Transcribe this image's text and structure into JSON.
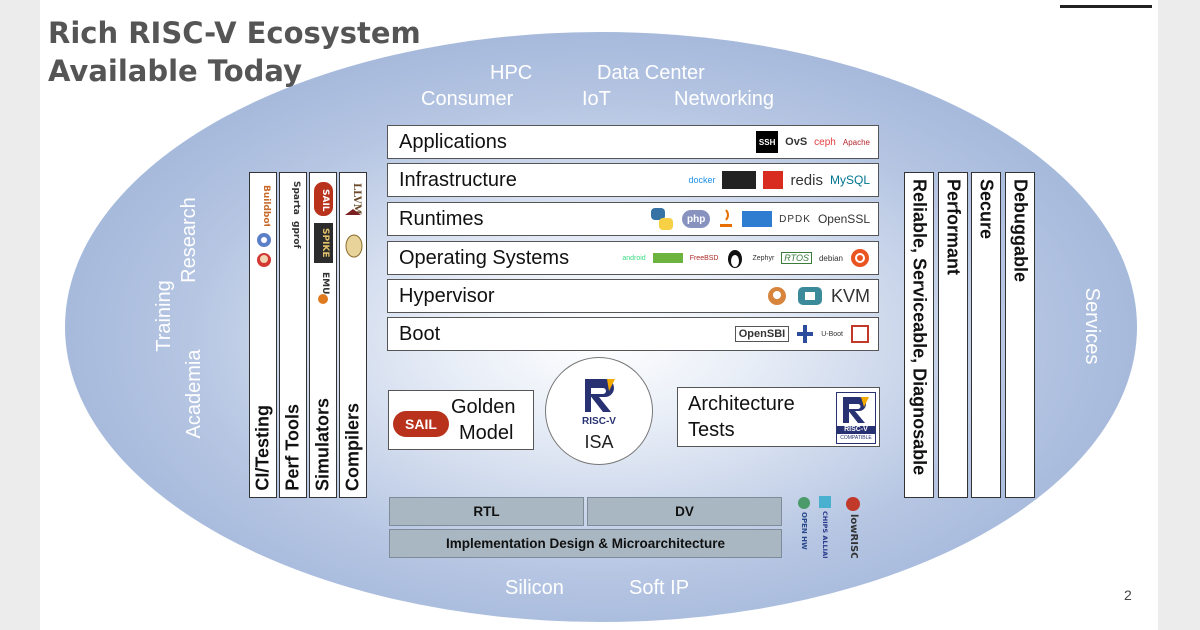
{
  "title": {
    "line1": "Rich RISC-V Ecosystem",
    "line2": "Available Today"
  },
  "markets": {
    "hpc": "HPC",
    "data_center": "Data Center",
    "consumer": "Consumer",
    "iot": "IoT",
    "networking": "Networking"
  },
  "left_labels": {
    "research": "Research",
    "training": "Training",
    "academia": "Academia"
  },
  "right_label": "Services",
  "bottom_labels": {
    "silicon": "Silicon",
    "soft_ip": "Soft IP"
  },
  "stack": [
    {
      "label": "Applications",
      "logos": [
        "SSH",
        "OvS",
        "ceph",
        "Apache"
      ]
    },
    {
      "label": "Infrastructure",
      "logos": [
        "docker",
        "redis",
        "MySQL"
      ]
    },
    {
      "label": "Runtimes",
      "logos": [
        "python",
        "php",
        "DPDK",
        "OpenSSL"
      ]
    },
    {
      "label": "Operating Systems",
      "logos": [
        "android",
        "FreeBSD",
        "Zephyr",
        "RTOS",
        "debian"
      ]
    },
    {
      "label": "Hypervisor",
      "logos": [
        "KVM"
      ]
    },
    {
      "label": "Boot",
      "logos": [
        "OpenSBI",
        "U-Boot"
      ]
    }
  ],
  "left_bars": [
    {
      "label": "CI/Testing",
      "logos": [
        "Buildbot"
      ]
    },
    {
      "label": "Perf Tools",
      "logos": [
        "Sparta",
        "gprof"
      ]
    },
    {
      "label": "Simulators",
      "logos": [
        "SAIL",
        "SPIKE",
        "EMU"
      ]
    },
    {
      "label": "Compilers",
      "logos": [
        "LLVM"
      ]
    }
  ],
  "right_bars": [
    "Reliable, Serviceable, Diagnosable",
    "Performant",
    "Secure",
    "Debuggable"
  ],
  "golden_model": {
    "badge": "SAIL",
    "line1": "Golden",
    "line2": "Model"
  },
  "isa": {
    "logo_text": "RISC-V",
    "label": "ISA"
  },
  "arch_tests": {
    "line1": "Architecture",
    "line2": "Tests",
    "badge_line1": "RISC-V",
    "badge_line2": "COMPATIBLE"
  },
  "impl": {
    "rtl": "RTL",
    "dv": "DV",
    "design": "Implementation Design & Microarchitecture"
  },
  "impl_logos": {
    "openhw": "OPEN HW",
    "chips": "CHIPS ALLIANCE",
    "lowrisc": "lowRISC"
  },
  "page_number": "2",
  "colors": {
    "ellipse_edge": "#8ca5d1",
    "gray_box": "#a9b7c2",
    "title": "#555555"
  }
}
